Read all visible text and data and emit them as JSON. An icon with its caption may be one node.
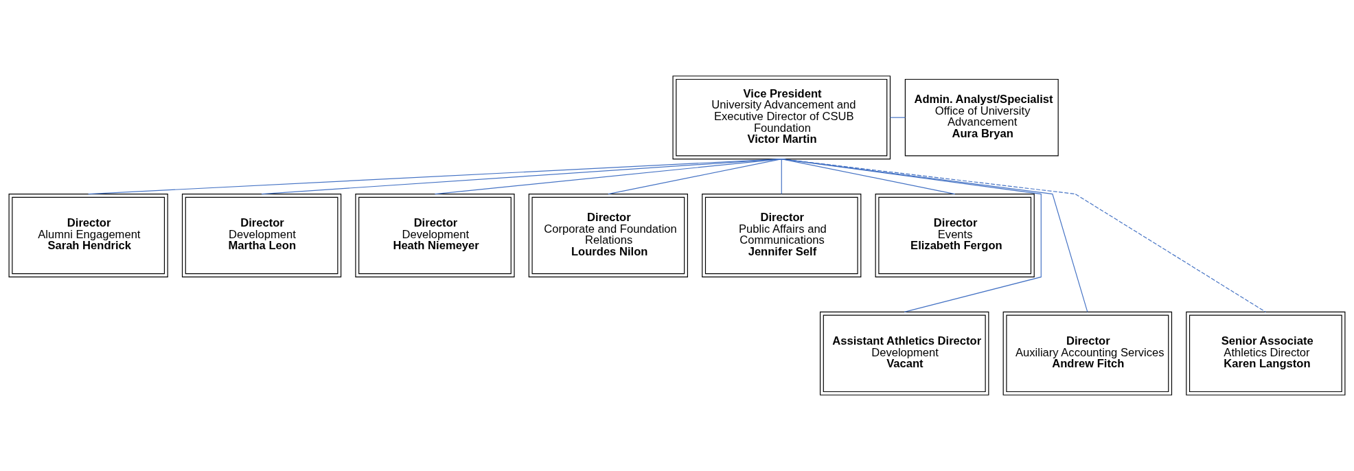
{
  "diagram": {
    "nodes": [
      {
        "text": [
          "Vice President",
          "University Advancement and Executive Director of CSUB Foundation",
          "Victor Martin"
        ]
      },
      {
        "text": [
          "Admin. Analyst/Specialist",
          "Office of University Advancement",
          "Aura Bryan"
        ]
      },
      {
        "text": [
          "Director",
          "Alumni Engagement",
          "Sarah Hendrick"
        ]
      },
      {
        "text": [
          "Director",
          "Development",
          "Martha Leon"
        ]
      },
      {
        "text": [
          "Director",
          "Development",
          "Heath Niemeyer"
        ]
      },
      {
        "text": [
          "Director",
          "Corporate and Foundation Relations",
          "Lourdes Nilon"
        ]
      },
      {
        "text": [
          "Director",
          "Public Affairs and Communications",
          "Jennifer Self"
        ]
      },
      {
        "text": [
          "Director",
          "Events",
          "Elizabeth Fergon"
        ]
      },
      {
        "text": [
          "Assistant Athletics Director",
          "Development",
          "Vacant"
        ]
      },
      {
        "text": [
          "Director",
          "Auxiliary Accounting Services",
          "Andrew Fitch"
        ]
      },
      {
        "text": [
          "Senior Associate",
          "Athletics Director",
          "Karen Langston"
        ]
      }
    ],
    "edges": [
      {
        "from": 0,
        "to": 1,
        "arrow": "none"
      },
      {
        "from": 0,
        "to": 2,
        "arrow": "none"
      },
      {
        "from": 0,
        "to": 3,
        "arrow": "none"
      },
      {
        "from": 0,
        "to": 4,
        "arrow": "none"
      },
      {
        "from": 0,
        "to": 5,
        "arrow": "none"
      },
      {
        "from": 0,
        "to": 6,
        "arrow": "none"
      },
      {
        "from": 0,
        "to": 7,
        "arrow": "none"
      },
      {
        "from": 0,
        "to": 8,
        "arrow": "none"
      },
      {
        "from": 0,
        "to": 9,
        "arrow": "none"
      },
      {
        "from": 0,
        "to": 10,
        "arrow": "none",
        "style": "dashed"
      }
    ]
  }
}
